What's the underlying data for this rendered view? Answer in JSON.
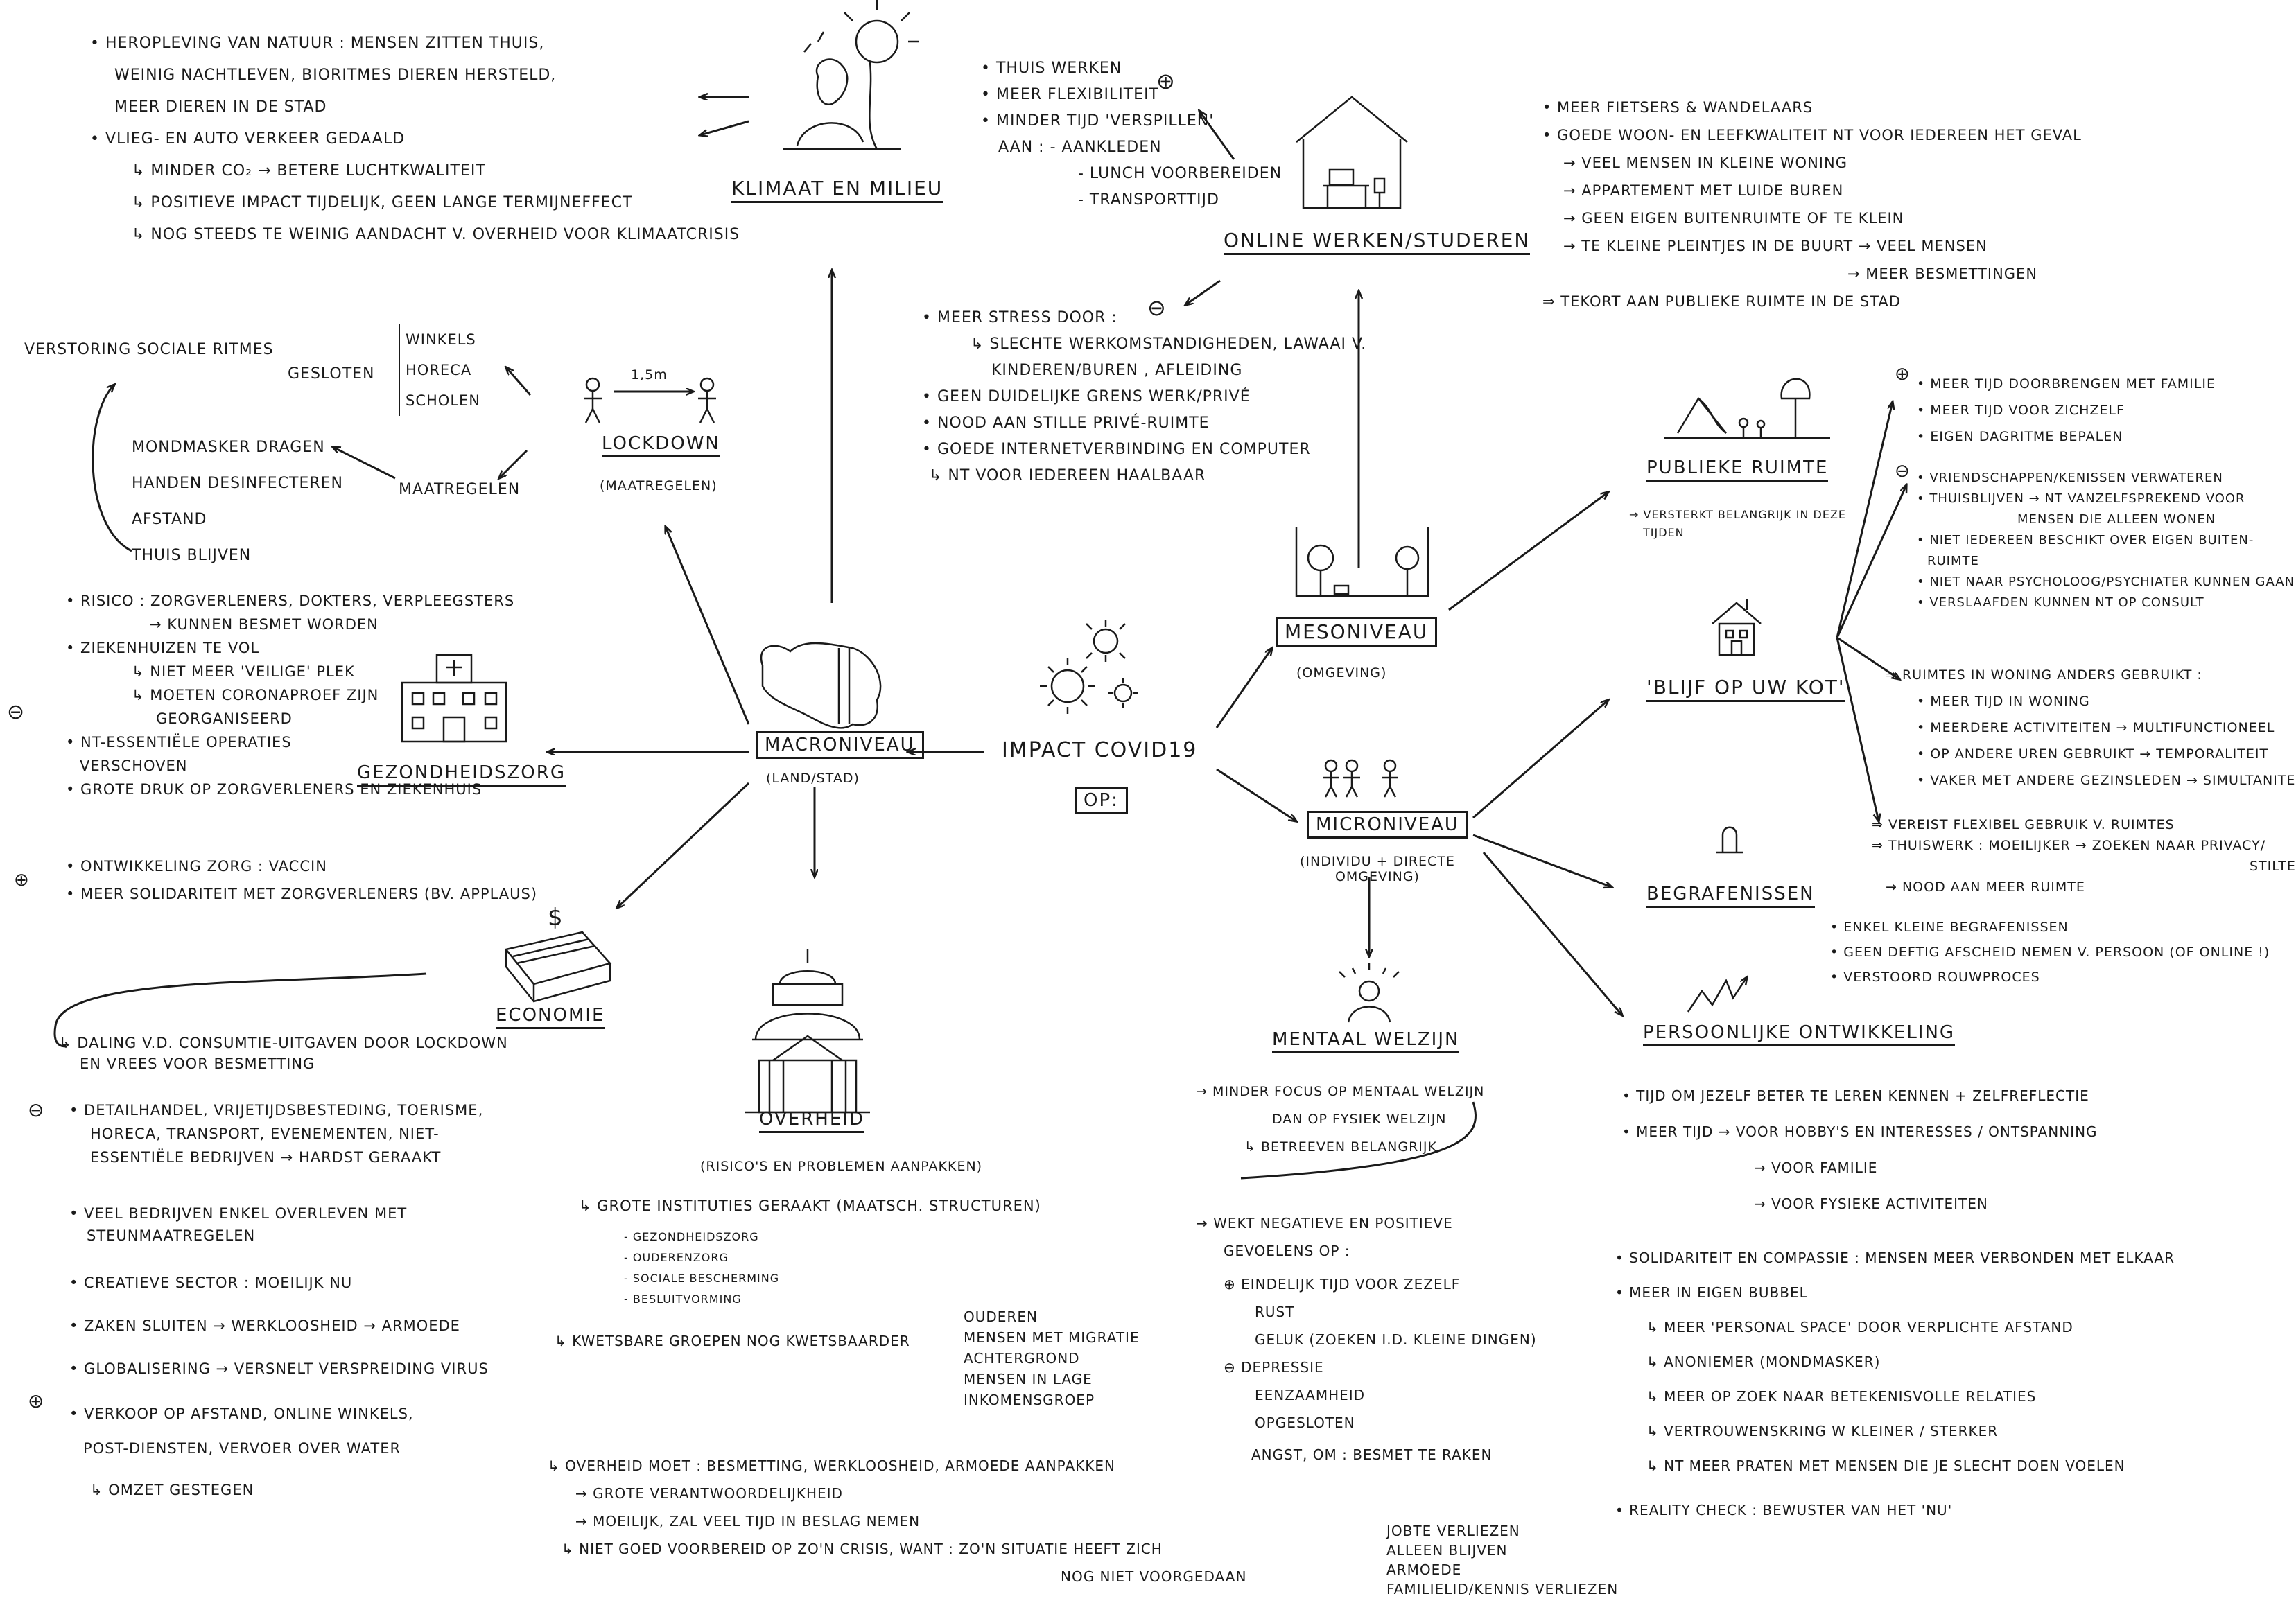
{
  "central": {
    "title": "IMPACT COVID19",
    "op": "OP:"
  },
  "macro": {
    "title": "MACRONIVEAU",
    "sub": "(LAND/STAD)"
  },
  "meso": {
    "title": "MESONIVEAU",
    "sub": "(OMGEVING)"
  },
  "micro": {
    "title": "MICRONIVEAU",
    "sub": [
      "(INDIVIDU + DIRECTE",
      "OMGEVING)"
    ]
  },
  "klimaat": {
    "title": "KLIMAAT EN MILIEU",
    "lines": [
      "• HEROPLEVING VAN NATUUR : MENSEN ZITTEN THUIS,",
      "WEINIG NACHTLEVEN, BIORITMES DIEREN HERSTELD,",
      "MEER DIEREN IN DE STAD",
      "• VLIEG- EN AUTO VERKEER GEDAALD",
      "↳ MINDER CO₂ → BETERE LUCHTKWALITEIT",
      "↳ POSITIEVE IMPACT TIJDELIJK, GEEN LANGE TERMIJNEFFECT",
      "↳ NOG STEEDS TE WEINIG AANDACHT V. OVERHEID VOOR KLIMAATCRISIS"
    ]
  },
  "online": {
    "title": "ONLINE WERKEN/STUDEREN",
    "plus": "⊕",
    "minus": "⊖",
    "positives": [
      "• THUIS WERKEN",
      "• MEER FLEXIBILITEIT",
      "• MINDER TIJD 'VERSPILLEN'",
      "AAN : - AANKLEDEN",
      "- LUNCH VOORBEREIDEN",
      "- TRANSPORTTIJD"
    ],
    "negatives": [
      "• MEER STRESS DOOR :",
      "↳ SLECHTE WERKOMSTANDIGHEDEN, LAWAAI V.",
      "KINDEREN/BUREN , AFLEIDING",
      "• GEEN DUIDELIJKE GRENS WERK/PRIVÉ",
      "• NOOD AAN STILLE PRIVÉ-RUIMTE",
      "• GOEDE INTERNETVERBINDING EN COMPUTER",
      "↳ NT VOOR IEDEREEN HAALBAAR"
    ]
  },
  "stad": {
    "lines": [
      "• MEER FIETSERS & WANDELAARS",
      "• GOEDE WOON- EN LEEFKWALITEIT NT VOOR IEDEREEN HET GEVAL",
      "→ VEEL MENSEN IN KLEINE WONING",
      "→ APPARTEMENT MET LUIDE BUREN",
      "→ GEEN EIGEN BUITENRUIMTE OF TE KLEIN",
      "→ TE KLEINE PLEINTJES IN DE BUURT → VEEL MENSEN",
      "→ MEER BESMETTINGEN",
      "⇒ TEKORT AAN PUBLIEKE RUIMTE IN DE STAD"
    ]
  },
  "lockdown": {
    "title": "LOCKDOWN",
    "sub": "(MAATREGELEN)",
    "distance": "1,5m",
    "verstoring": "VERSTORING SOCIALE RITMES",
    "gesloten": "GESLOTEN",
    "closed": [
      "WINKELS",
      "HORECA",
      "SCHOLEN"
    ],
    "maatregelen_label": "MAATREGELEN",
    "maatregelen": [
      "MONDMASKER DRAGEN",
      "HANDEN DESINFECTEREN",
      "AFSTAND",
      "THUIS BLIJVEN"
    ]
  },
  "gezondheid": {
    "title": "GEZONDHEIDSZORG",
    "minus": "⊖",
    "plus": "⊕",
    "lines": [
      "• RISICO : ZORGVERLENERS, DOKTERS, VERPLEEGSTERS",
      "→ KUNNEN BESMET WORDEN",
      "• ZIEKENHUIZEN TE VOL",
      "↳ NIET MEER 'VEILIGE' PLEK",
      "↳ MOETEN CORONAPROEF ZIJN",
      "GEORGANISEERD",
      "• NT-ESSENTIËLE OPERATIES",
      "VERSCHOVEN",
      "• GROTE DRUK OP ZORGVERLENERS EN ZIEKENHUIS",
      "• ONTWIKKELING ZORG : VACCIN",
      "• MEER SOLIDARITEIT MET ZORGVERLENERS (BV. APPLAUS)"
    ]
  },
  "economie": {
    "title": "ECONOMIE",
    "minus": "⊖",
    "plus": "⊕",
    "lines": [
      "↳ DALING V.D. CONSUMTIE-UITGAVEN DOOR LOCKDOWN",
      "EN VREES VOOR BESMETTING",
      "• DETAILHANDEL, VRIJETIJDSBESTEDING, TOERISME,",
      "HORECA, TRANSPORT, EVENEMENTEN, NIET-",
      "ESSENTIËLE BEDRIJVEN → HARDST GERAAKT",
      "• VEEL BEDRIJVEN ENKEL OVERLEVEN MET",
      "STEUNMAATREGELEN",
      "• CREATIEVE SECTOR : MOEILIJK NU",
      "• ZAKEN SLUITEN → WERKLOOSHEID → ARMOEDE",
      "• GLOBALISERING → VERSNELT VERSPREIDING VIRUS",
      "• VERKOOP OP AFSTAND, ONLINE WINKELS,",
      "POST-DIENSTEN, VERVOER OVER WATER",
      "↳ OMZET GESTEGEN"
    ]
  },
  "overheid": {
    "title": "OVERHEID",
    "sub": "(RISICO'S EN PROBLEMEN AANPAKKEN)",
    "institutes": "↳ GROTE INSTITUTIES GERAAKT (MAATSCH. STRUCTUREN)",
    "inst_list": [
      "- GEZONDHEIDSZORG",
      "- OUDERENZORG",
      "- SOCIALE BESCHERMING",
      "- BESLUITVORMING"
    ],
    "kwetsbaar": "↳ KWETSBARE GROEPEN NOG KWETSBAARDER",
    "groups": [
      "OUDEREN",
      "MENSEN MET MIGRATIE",
      "ACHTERGROND",
      "MENSEN IN LAGE",
      "INKOMENSGROEP"
    ],
    "moet": [
      "↳ OVERHEID MOET : BESMETTING, WERKLOOSHEID, ARMOEDE AANPAKKEN",
      "→ GROTE VERANTWOORDELIJKHEID",
      "→ MOEILIJK, ZAL VEEL TIJD IN BESLAG NEMEN",
      "↳ NIET GOED VOORBEREID OP ZO'N CRISIS, WANT : ZO'N SITUATIE HEEFT ZICH",
      "NOG NIET VOORGEDAAN"
    ]
  },
  "mentaal": {
    "title": "MENTAAL WELZIJN",
    "lines": [
      "→ MINDER FOCUS OP MENTAAL WELZIJN",
      "DAN OP FYSIEK WELZIJN",
      "↳ BETREEVEN BELANGRIJK",
      "→ WEKT NEGATIEVE EN POSITIEVE",
      "GEVOELENS OP :",
      "⊕ EINDELIJK TIJD VOOR ZEZELF",
      "RUST",
      "GELUK (ZOEKEN I.D. KLEINE DINGEN)",
      "⊖ DEPRESSIE",
      "EENZAAMHEID",
      "OPGESLOTEN",
      "ANGST, OM : BESMET TE RAKEN",
      "JOBTE VERLIEZEN",
      "ALLEEN BLIJVEN",
      "ARMOEDE",
      "FAMILIELID/KENNIS VERLIEZEN"
    ]
  },
  "publiek": {
    "title": "PUBLIEKE RUIMTE",
    "sub": [
      "→ VERSTERKT BELANGRIJK IN DEZE",
      "TIJDEN"
    ]
  },
  "blijf": {
    "title": "'BLIJF OP UW KOT'",
    "plus": "⊕",
    "minus": "⊖",
    "lines": [
      "• MEER TIJD DOORBRENGEN MET FAMILIE",
      "• MEER TIJD VOOR ZICHZELF",
      "• EIGEN DAGRITME BEPALEN",
      "• VRIENDSCHAPPEN/KENISSEN VERWATEREN",
      "• THUISBLIJVEN → NT VANZELFSPREKEND VOOR",
      "MENSEN DIE ALLEEN WONEN",
      "• NIET IEDEREEN BESCHIKT OVER EIGEN BUITEN-",
      "RUIMTE",
      "• NIET NAAR PSYCHOLOOG/PSYCHIATER KUNNEN GAAN",
      "• VERSLAAFDEN KUNNEN NT OP CONSULT",
      "⇒ RUIMTES IN WONING ANDERS GEBRUIKT :",
      "• MEER TIJD IN WONING",
      "• MEERDERE ACTIVITEITEN → MULTIFUNCTIONEEL",
      "• OP ANDERE UREN GEBRUIKT → TEMPORALITEIT",
      "• VAKER MET ANDERE GEZINSLEDEN → SIMULTANITEIT",
      "⇒ VEREIST FLEXIBEL GEBRUIK V. RUIMTES",
      "⇒ THUISWERK : MOEILIJKER → ZOEKEN NAAR PRIVACY/",
      "STILTE",
      "→ NOOD AAN MEER RUIMTE"
    ]
  },
  "begrafenissen": {
    "title": "BEGRAFENISSEN",
    "lines": [
      "• ENKEL KLEINE BEGRAFENISSEN",
      "• GEEN DEFTIG AFSCHEID NEMEN V. PERSOON (OF ONLINE !)",
      "• VERSTOORD ROUWPROCES"
    ]
  },
  "persoonlijk": {
    "title": "PERSOONLIJKE ONTWIKKELING",
    "lines": [
      "• TIJD OM JEZELF BETER TE LEREN KENNEN + ZELFREFLECTIE",
      "• MEER TIJD → VOOR HOBBY'S EN INTERESSES / ONTSPANNING",
      "→ VOOR FAMILIE",
      "→ VOOR FYSIEKE ACTIVITEITEN",
      "• SOLIDARITEIT EN COMPASSIE : MENSEN MEER VERBONDEN MET ELKAAR",
      "• MEER IN EIGEN BUBBEL",
      "↳ MEER 'PERSONAL SPACE' DOOR VERPLICHTE AFSTAND",
      "↳ ANONIEMER (MONDMASKER)",
      "↳ MEER OP ZOEK NAAR BETEKENISVOLLE RELATIES",
      "↳ VERTROUWENSKRING W KLEINER / STERKER",
      "↳ NT MEER PRATEN MET MENSEN DIE JE SLECHT DOEN VOELEN",
      "• REALITY CHECK : BEWUSTER VAN HET 'NU'"
    ]
  }
}
